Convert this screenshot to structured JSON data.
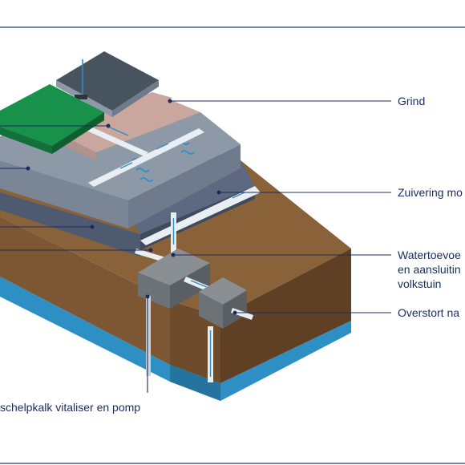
{
  "labels": {
    "grind": "Grind",
    "zuivering": "Zuivering mo",
    "watertoevoer_line1": "Watertoevoe",
    "watertoevoer_line2": "en aansluitin",
    "watertoevoer_line3": "volkstuin",
    "overstort": "Overstort na",
    "schelpkalk": "schelpkalk vitaliser en pomp"
  },
  "colors": {
    "frame_line": "#2c3e7e",
    "leader_line": "#1d2b5c",
    "water": "#2e8fc4",
    "soil_front": "#7d5733",
    "soil_side": "#5f4025",
    "soil_top": "#8a6239",
    "concrete_top": "#8e99a8",
    "concrete_side": "#6f7b8c",
    "gravel": "#c9a79e",
    "green_roof": "#18914a",
    "dark_roof": "#47535e"
  }
}
